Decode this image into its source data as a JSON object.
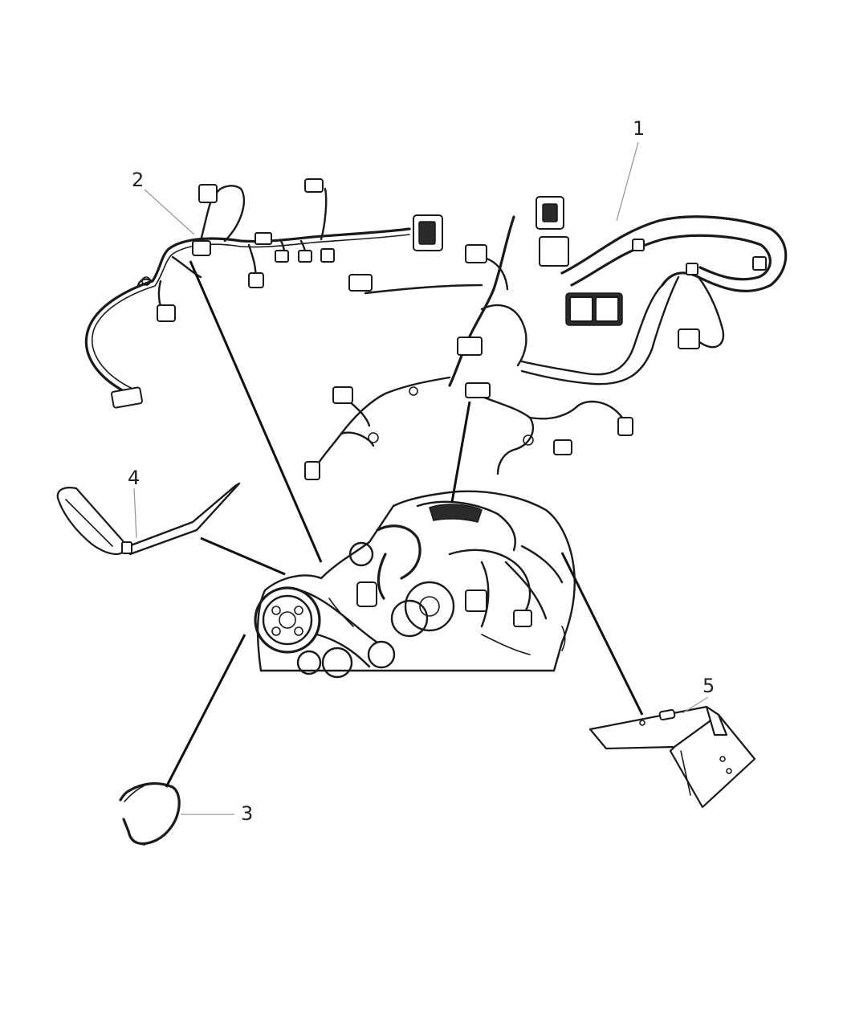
{
  "callouts": [
    {
      "id": "1",
      "label": "1"
    },
    {
      "id": "2",
      "label": "2"
    },
    {
      "id": "3",
      "label": "3"
    },
    {
      "id": "4",
      "label": "4"
    },
    {
      "id": "5",
      "label": "5"
    }
  ],
  "icons": {
    "part_1": "engine-wiring-harness-icon",
    "part_2": "left-wiring-harness-icon",
    "part_3": "retaining-ring-icon",
    "part_4": "battery-strap-icon",
    "part_5": "mounting-bracket-icon",
    "engine": "engine-assembly-icon"
  },
  "colors": {
    "ink": "#1a1a1a",
    "background": "#ffffff",
    "label_leader": "#9a9a9a"
  }
}
